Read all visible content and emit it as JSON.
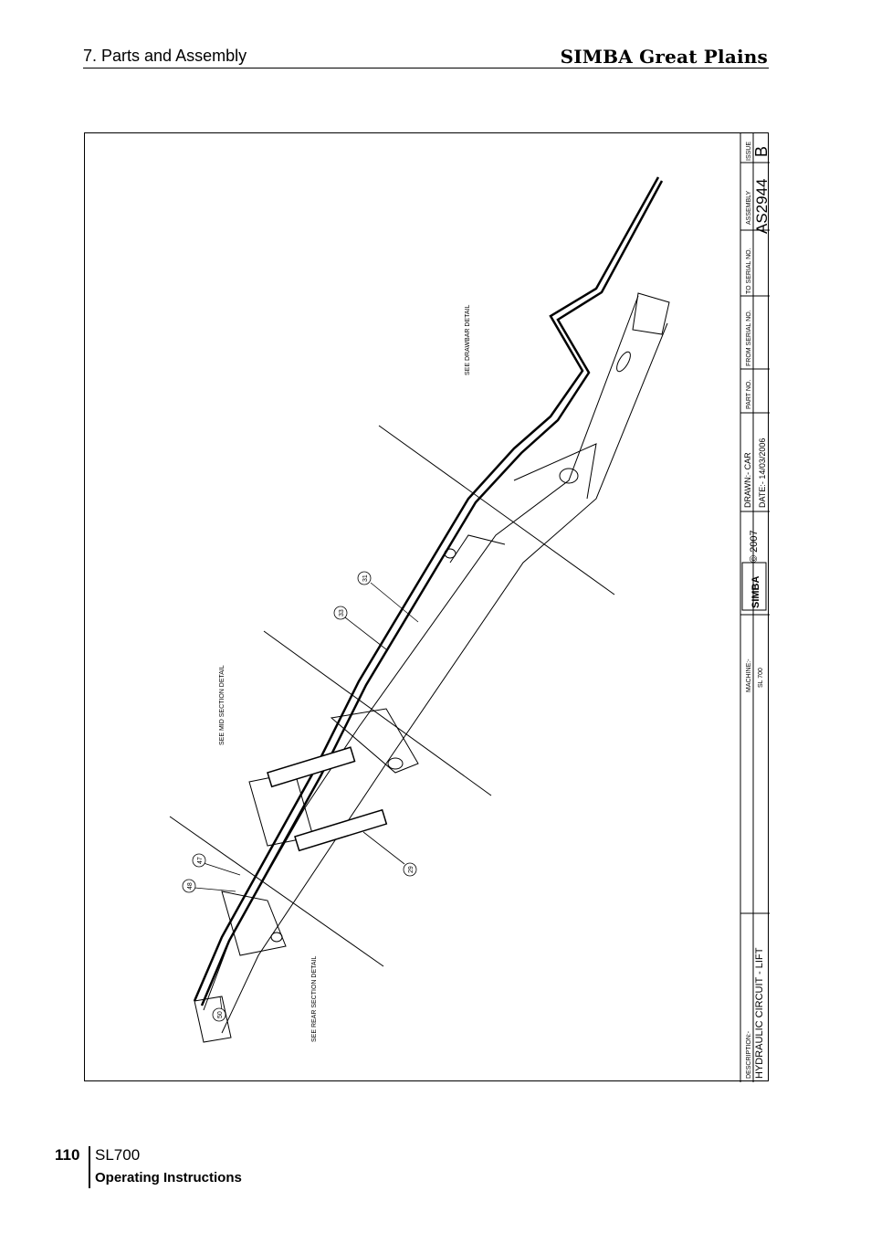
{
  "header": {
    "section": "7. Parts and Assembly",
    "brand": "SIMBA Great Plains"
  },
  "title_block": {
    "issue_label": "ISSUE",
    "issue": "B",
    "assembly_label": "ASSEMBLY",
    "assembly": "AS2944",
    "to_serial_label": "TO SERIAL NO.",
    "from_serial_label": "FROM SERIAL NO.",
    "part_no_label": "PART NO.",
    "drawn": "DRAWN:-  CAR",
    "date": "DATE:-  14/03/2006",
    "copyright": "© 2007",
    "logo_text": "SIMBA",
    "machine_label": "MACHINE:-",
    "machine": "SL 700",
    "description_label": "DESCRIPTION:-",
    "description": "HYDRAULIC CIRCUIT - LIFT"
  },
  "drawing": {
    "detail_labels": {
      "drawbar": "SEE DRAWBAR DETAIL",
      "mid": "SEE MID SECTION DETAIL",
      "rear": "SEE REAR SECTION DETAIL"
    },
    "balloons": [
      "31",
      "33",
      "29",
      "47",
      "48",
      "50"
    ]
  },
  "footer": {
    "page": "110",
    "model": "SL700",
    "subtitle": "Operating Instructions"
  }
}
